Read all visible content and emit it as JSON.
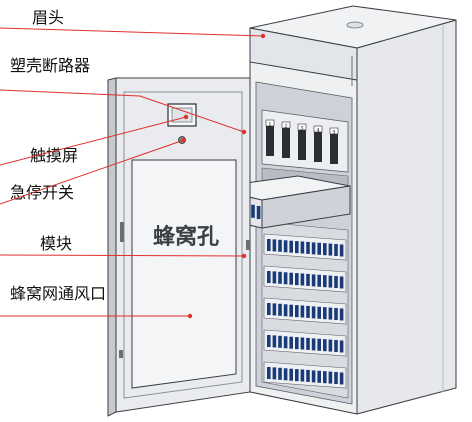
{
  "labels": [
    {
      "text": "眉头"
    },
    {
      "text": "塑壳断路器"
    },
    {
      "text": "触摸屏"
    },
    {
      "text": "急停开关"
    },
    {
      "text": "模块"
    },
    {
      "text": "蜂窝网通风口"
    }
  ],
  "door_text": "蜂窝孔",
  "breaker_numbers": [
    "1",
    "2",
    "3",
    "4",
    "5"
  ],
  "colors": {
    "leader_line": "#e0302c",
    "cabinet_light": "#f4f5f7",
    "cabinet_mid": "#d9dce1",
    "cabinet_dark": "#9aa0a8",
    "module_blue": "#1b3a7a",
    "edge": "#3a3d42"
  }
}
